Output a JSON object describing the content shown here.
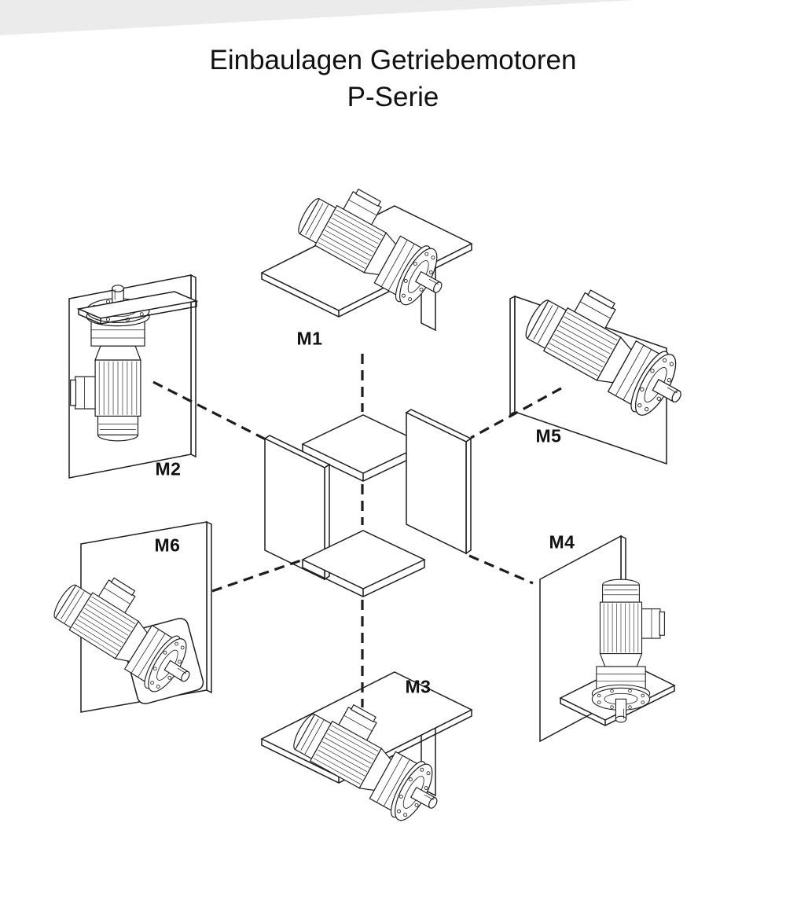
{
  "title": "Einbaulagen Getriebemotoren",
  "subtitle": "P-Serie",
  "positions": [
    {
      "id": "m1",
      "label": "M1"
    },
    {
      "id": "m2",
      "label": "M2"
    },
    {
      "id": "m3",
      "label": "M3"
    },
    {
      "id": "m4",
      "label": "M4"
    },
    {
      "id": "m5",
      "label": "M5"
    },
    {
      "id": "m6",
      "label": "M6"
    }
  ],
  "colors": {
    "line": "#1d1d1d",
    "background": "#ffffff"
  }
}
